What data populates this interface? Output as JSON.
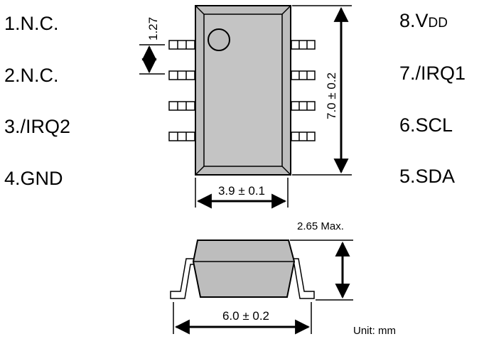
{
  "pins_left": [
    "1.N.C.",
    "2.N.C.",
    "3./IRQ2",
    "4.GND"
  ],
  "pins_right": [
    "7./IRQ1",
    "6.SCL",
    "5.SDA"
  ],
  "pin8": {
    "prefix": "8.V",
    "sub": "DD"
  },
  "dimensions": {
    "pitch": "1.27",
    "length": "7.0 ± 0.2",
    "body_width": "3.9 ± 0.1",
    "height": "2.65 Max.",
    "lead_span": "6.0 ± 0.2"
  },
  "unit_note": "Unit: mm",
  "colors": {
    "body": "#bdbdbd",
    "line": "#000000"
  }
}
